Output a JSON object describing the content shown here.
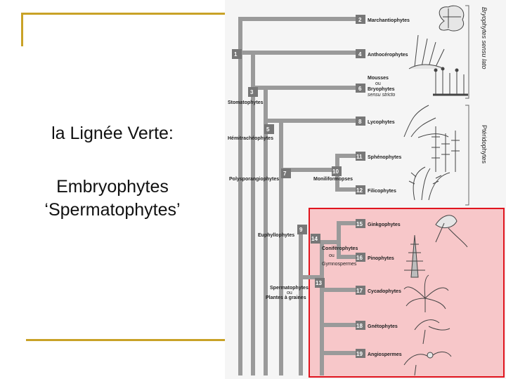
{
  "slide": {
    "title": "la Lignée Verte:",
    "subtitle_line1": "Embryophytes",
    "subtitle_line2": "‘Spermatophytes’"
  },
  "tree": {
    "groups": {
      "bryophytes": "Bryophytes sensu lato",
      "pteridophytes": "Ptéridophytes"
    },
    "taxa": [
      {
        "num": "2",
        "label": "Marchantiophytes"
      },
      {
        "num": "4",
        "label": "Anthocérophytes"
      },
      {
        "num": "6",
        "label_top": "Mousses",
        "label_mid": "ou",
        "label": "Bryophytes",
        "label_sub": "sensu stricto"
      },
      {
        "num": "8",
        "label": "Lycophytes"
      },
      {
        "num": "11",
        "label": "Sphénophytes"
      },
      {
        "num": "12",
        "label": "Filicophytes"
      },
      {
        "num": "15",
        "label": "Ginkgophytes"
      },
      {
        "num": "16",
        "label": "Pinophytes"
      },
      {
        "num": "17",
        "label": "Cycadophytes"
      },
      {
        "num": "18",
        "label": "Gnétophytes"
      },
      {
        "num": "19",
        "label": "Angiospermes"
      }
    ],
    "nodes": [
      {
        "num": "1",
        "label": ""
      },
      {
        "num": "3",
        "label": "Stomatophytes"
      },
      {
        "num": "5",
        "label": "Hémitrachéophytes"
      },
      {
        "num": "7",
        "label": "Polysporangiophytes"
      },
      {
        "num": "10",
        "label": "Moniliformopses"
      },
      {
        "num": "9",
        "label": "Euphyllophytes"
      },
      {
        "num": "14",
        "label": "Conifèrophytes",
        "label2": "ou",
        "label3": "Gymnospermes"
      },
      {
        "num": "13",
        "label": "Spermatophytes",
        "label2": "ou",
        "label3": "Plantes à graines"
      }
    ]
  },
  "colors": {
    "accent_rule": "#c9a227",
    "highlight_fill": "#f7c7c9",
    "highlight_border": "#e0141e",
    "branch": "#9a9a9a",
    "number_box": "#777777"
  }
}
